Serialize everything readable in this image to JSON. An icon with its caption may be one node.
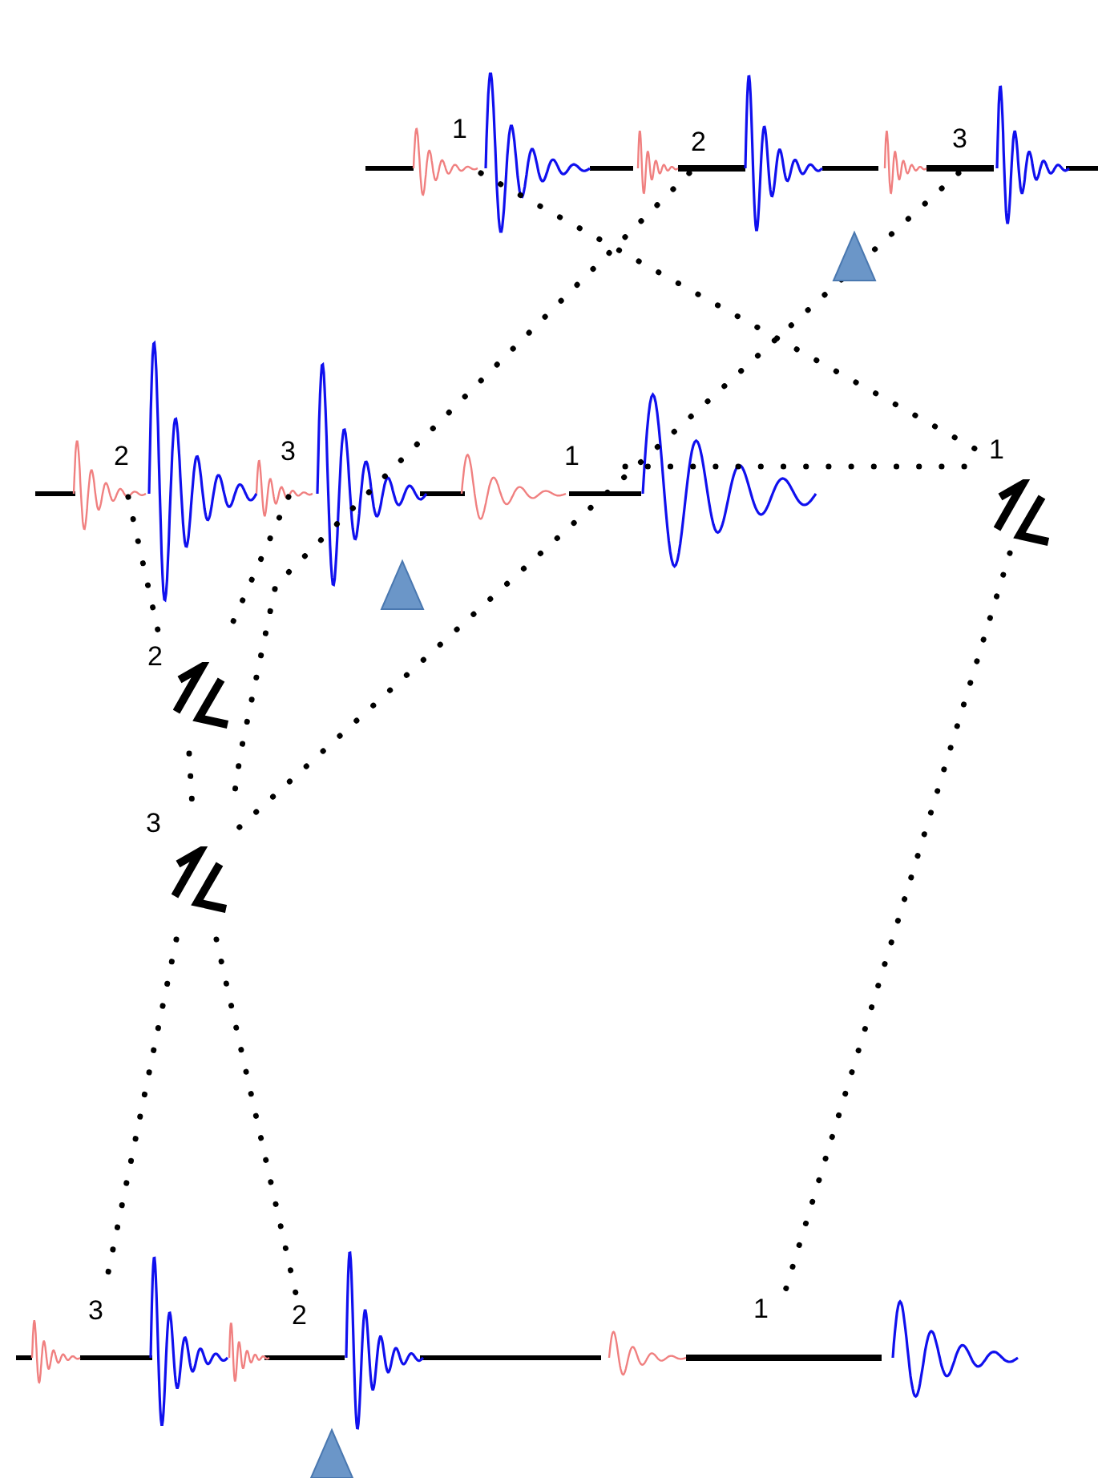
{
  "diagram": {
    "nodes": [
      {
        "text": [
          "1"
        ]
      },
      {
        "text": [
          "2"
        ]
      },
      {
        "text": [
          "3"
        ]
      },
      {
        "text": [
          "2"
        ]
      },
      {
        "text": [
          "3"
        ]
      },
      {
        "text": [
          "1"
        ]
      },
      {
        "text": [
          "1"
        ]
      },
      {
        "text": [
          "2"
        ]
      },
      {
        "text": [
          "3"
        ]
      },
      {
        "text": [
          "3"
        ]
      },
      {
        "text": [
          "2"
        ]
      },
      {
        "text": [
          "1"
        ]
      }
    ],
    "edges": [
      {
        "from": 0,
        "to": 6,
        "arrow": "none"
      },
      {
        "from": 5,
        "to": 6,
        "arrow": "none"
      },
      {
        "from": 1,
        "to": 8,
        "arrow": "none"
      },
      {
        "from": 2,
        "to": 8,
        "arrow": "none"
      },
      {
        "from": 3,
        "to": 7,
        "arrow": "none"
      },
      {
        "from": 4,
        "to": 7,
        "arrow": "none"
      },
      {
        "from": 7,
        "to": 8,
        "arrow": "none"
      },
      {
        "from": 8,
        "to": 9,
        "arrow": "none"
      },
      {
        "from": 8,
        "to": 10,
        "arrow": "none"
      },
      {
        "from": 6,
        "to": 11,
        "arrow": "none"
      }
    ]
  }
}
